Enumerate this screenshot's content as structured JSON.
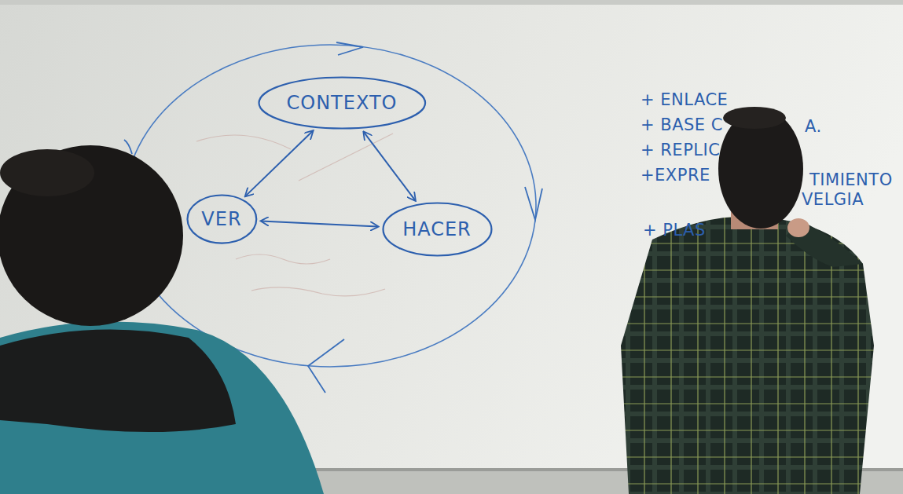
{
  "diagram": {
    "nodes": [
      {
        "text": [
          "CONTEXTO"
        ]
      },
      {
        "text": [
          "VER"
        ]
      },
      {
        "text": [
          "HACER"
        ]
      }
    ],
    "edges": [
      {
        "from": 0,
        "to": 1,
        "arrow": "both"
      },
      {
        "from": 0,
        "to": 2,
        "arrow": "both"
      },
      {
        "from": 1,
        "to": 2,
        "arrow": "both"
      }
    ],
    "labels": [
      "+ ENLACE",
      "+ BASE C",
      "A.",
      "+ REPLIC",
      "+EXPRE",
      "TIMIENTO",
      "VELGIA",
      "+ PLAS"
    ]
  }
}
